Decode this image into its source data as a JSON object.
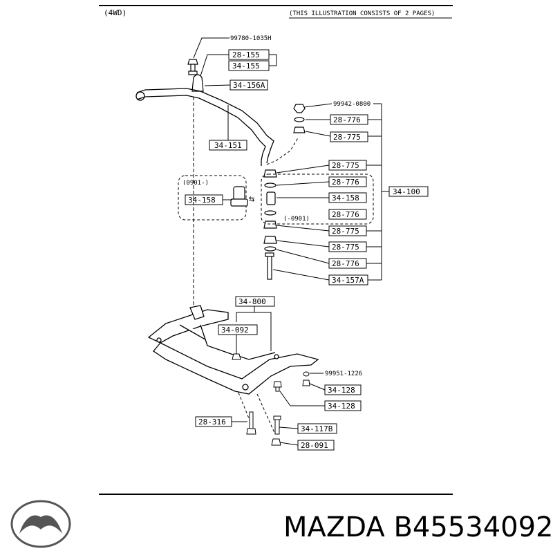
{
  "header": {
    "variant": "(4WD)",
    "note": "(THIS ILLUSTRATION CONSISTS OF  2 PAGES)"
  },
  "labels": {
    "p99780": "99780-1035H",
    "p28_155": "28-155",
    "p34_155": "34-155",
    "p34_156A": "34-156A",
    "p34_151": "34-151",
    "p99942": "99942-0800",
    "p28_776_a": "28-776",
    "p28_775_a": "28-775",
    "p28_775_b": "28-775",
    "p28_776_b": "28-776",
    "p34_158_r": "34-158",
    "p34_100": "34-100",
    "c_0901_r": "(-0901)",
    "p28_776_c": "28-776",
    "p28_775_c": "28-775",
    "p28_775_d": "28-775",
    "p28_776_d": "28-776",
    "p34_157A": "34-157A",
    "c_0901_l": "(0901-)",
    "p34_158_l": "34-158",
    "p34_800": "34-800",
    "p34_092": "34-092",
    "p99951": "99951-1226",
    "p34_128_a": "34-128",
    "p34_128_b": "34-128",
    "p28_316": "28-316",
    "p34_117B": "34-117B",
    "p28_091": "28-091"
  },
  "footer": {
    "brand": "MAZDA B45534092",
    "logo": "mazda-logo"
  }
}
